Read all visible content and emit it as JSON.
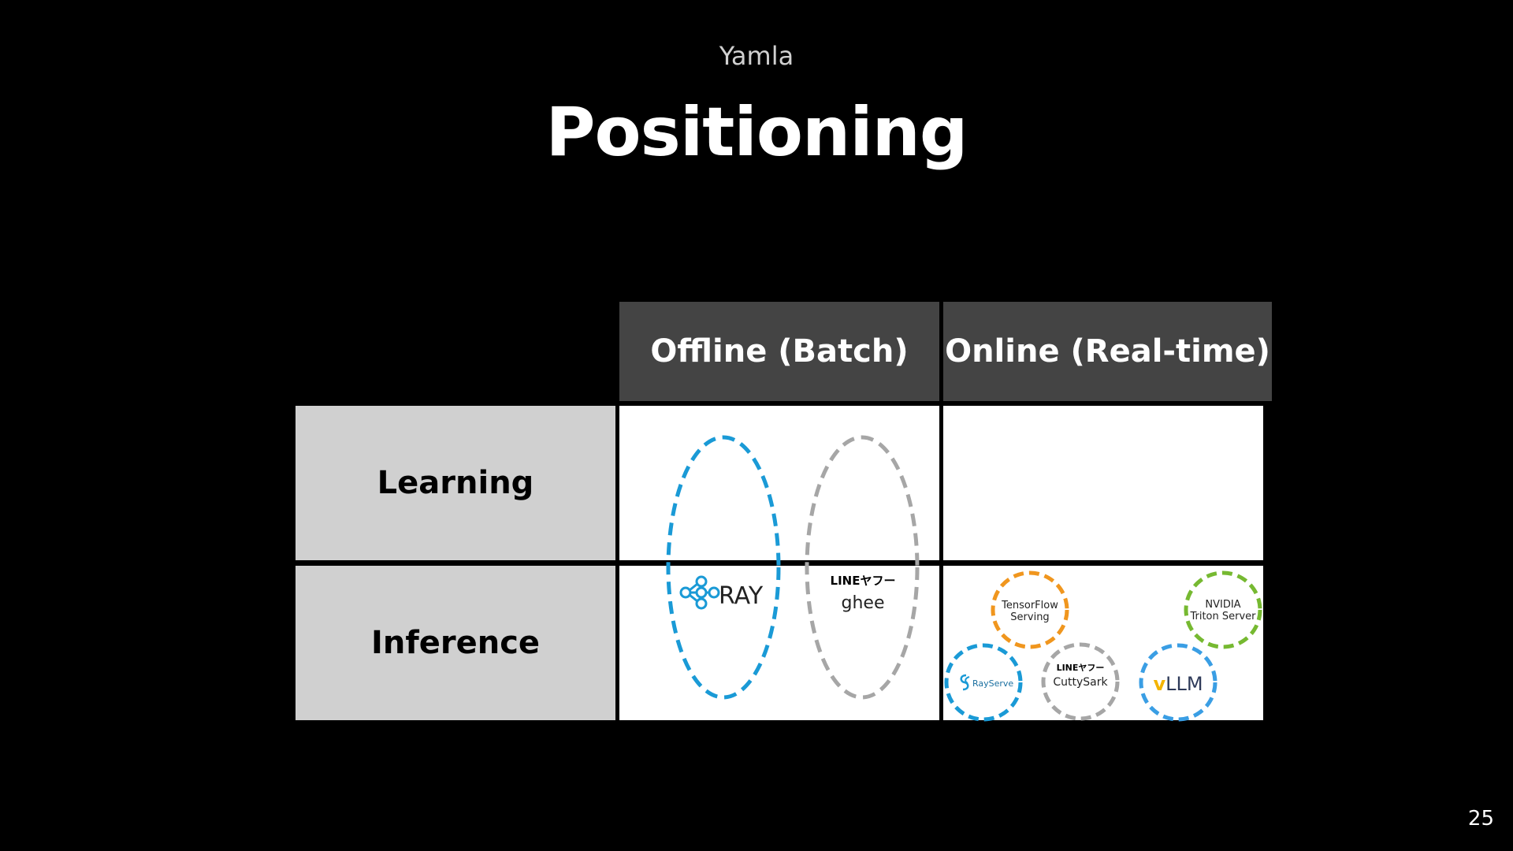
{
  "slide": {
    "subtitle": "Yamla",
    "title": "Positioning",
    "page_number": "25"
  },
  "matrix": {
    "columns": [
      "Offline (Batch)",
      "Online (Real-time)"
    ],
    "rows": [
      "Learning",
      "Inference"
    ]
  },
  "tools": {
    "ray": {
      "label": "RAY",
      "ring_color": "#1a9ad6",
      "icon": "ray-node-icon"
    },
    "ghee": {
      "brand": "LINEヤフー",
      "label": "ghee",
      "ring_color": "#a6a6a6"
    },
    "tensorflow_serving": {
      "line1": "TensorFlow",
      "line2": "Serving",
      "ring_color": "#f0961e"
    },
    "nvidia_triton": {
      "line1": "NVIDIA",
      "line2": "Triton Server",
      "ring_color": "#76b931"
    },
    "ray_serve": {
      "label": "RayServe",
      "ring_color": "#1a9ad6",
      "icon": "ray-serve-icon"
    },
    "cuttysark": {
      "brand": "LINEヤフー",
      "label": "CuttySark",
      "ring_color": "#a6a6a6"
    },
    "vllm": {
      "prefix": "v",
      "label": "LLM",
      "ring_color": "#3a9ee4",
      "prefix_color": "#f4b400"
    }
  }
}
